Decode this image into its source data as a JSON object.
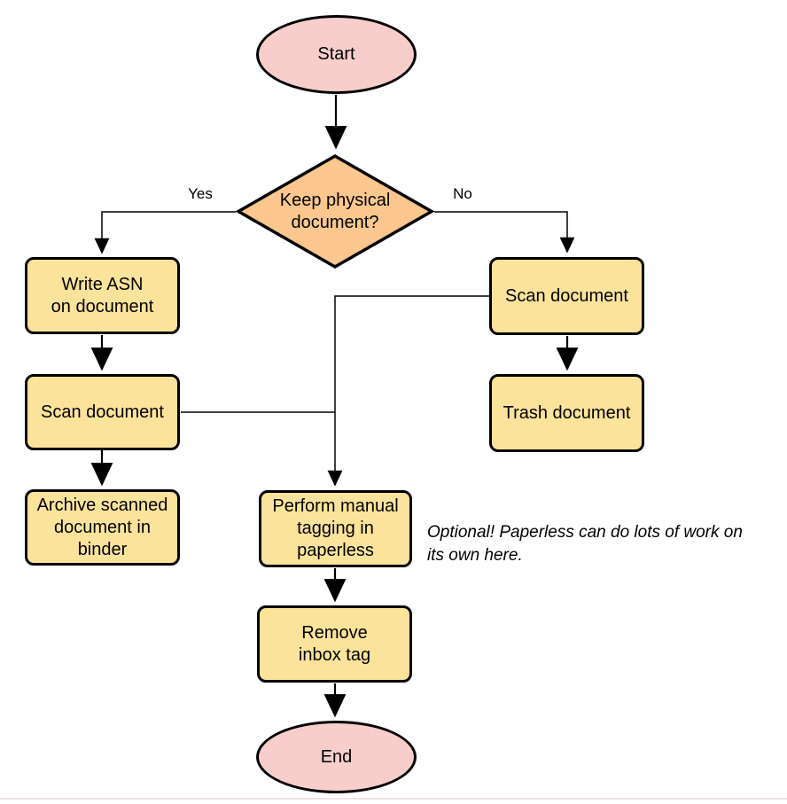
{
  "diagram": {
    "type": "flowchart",
    "colors": {
      "terminator_fill": "#f8cecc",
      "decision_fill": "#fbc78e",
      "process_fill": "#fce39b",
      "stroke": "#000000",
      "text": "#000000",
      "bottom_divider": "#f2e2e2"
    },
    "nodes": {
      "start": {
        "shape": "ellipse",
        "label": "Start"
      },
      "decision": {
        "shape": "diamond",
        "label": "Keep physical\ndocument?"
      },
      "write_asn": {
        "shape": "rounded-rect",
        "label": "Write ASN\non document"
      },
      "scan_document_left": {
        "shape": "rounded-rect",
        "label": "Scan document"
      },
      "archive": {
        "shape": "rounded-rect",
        "label": "Archive scanned\ndocument in\nbinder"
      },
      "scan_document_right": {
        "shape": "rounded-rect",
        "label": "Scan document"
      },
      "trash": {
        "shape": "rounded-rect",
        "label": "Trash document"
      },
      "manual_tagging": {
        "shape": "rounded-rect",
        "label": "Perform manual\ntagging in\npaperless"
      },
      "remove_inbox_tag": {
        "shape": "rounded-rect",
        "label": "Remove\ninbox tag"
      },
      "end": {
        "shape": "ellipse",
        "label": "End"
      }
    },
    "edge_labels": {
      "yes": "Yes",
      "no": "No"
    },
    "annotation": "Optional! Paperless can do lots of work on\nits own here."
  }
}
